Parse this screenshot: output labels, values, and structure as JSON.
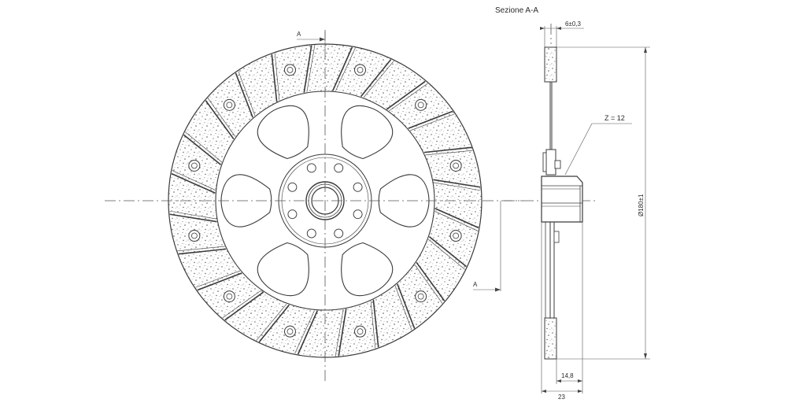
{
  "section_title": "Sezione A-A",
  "section_marker": "A",
  "tooth_count": "Z = 12",
  "diameter": "Ø180±1",
  "lining_thickness": "6±0,3",
  "hub_length": "14,8",
  "overall_width": "23",
  "colors": {
    "line": "#3a3a3a",
    "speckle": "#555555",
    "background": "#ffffff"
  }
}
